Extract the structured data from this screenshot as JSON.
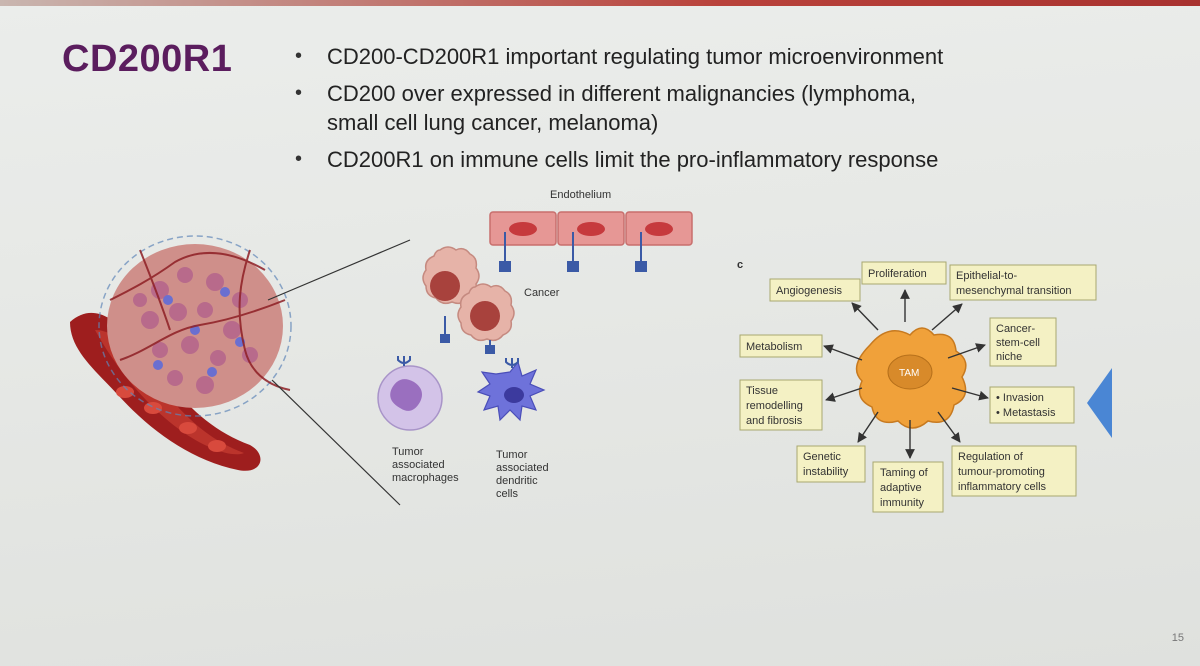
{
  "slide": {
    "title": "CD200R1",
    "bullets": [
      "CD200-CD200R1 important regulating tumor microenvironment",
      "CD200 over expressed in different malignancies (lymphoma,\nsmall cell lung cancer, melanoma)",
      "CD200R1 on immune cells limit the pro-inflammatory response"
    ],
    "bullet_glyph": "•",
    "page_number": "15"
  },
  "left_figure": {
    "endothelium_label": "Endothelium",
    "cancer_label": "Cancer",
    "macrophage_label": [
      "Tumor",
      "associated",
      "macrophages"
    ],
    "dendritic_label": [
      "Tumor",
      "associated",
      "dendritic",
      "cells"
    ]
  },
  "right_figure": {
    "panel_letter": "c",
    "center_label": "TAM",
    "boxes": {
      "angiogenesis": [
        "Angiogenesis"
      ],
      "proliferation": [
        "Proliferation"
      ],
      "emt": [
        "Epithelial-to-",
        "mesenchymal transition"
      ],
      "metabolism": [
        "Metabolism"
      ],
      "cancer_stem_cell": [
        "Cancer-",
        "stem-cell",
        "niche"
      ],
      "tissue_remodelling": [
        "Tissue",
        "remodelling",
        "and fibrosis"
      ],
      "invasion_metastasis": [
        "• Invasion",
        "• Metastasis"
      ],
      "genetic_instability": [
        "Genetic",
        "instability"
      ],
      "taming_immunity": [
        "Taming of",
        "adaptive",
        "immunity"
      ],
      "regulation": [
        "Regulation of",
        "tumour-promoting",
        "inflammatory cells"
      ]
    }
  },
  "colors": {
    "title": "#5b1d5e",
    "endothelium": "#e69795",
    "cancer_cell": "#d9968a",
    "macrophage": "#9a6fbf",
    "dendritic": "#5d62cf",
    "receptor": "#3b5aa6",
    "tam": "#f0a13a",
    "box_fill": "#f4f1c4",
    "box_stroke": "#a8a870",
    "blue_arrow": "#4a86d4",
    "vessel": "#9e1e1e"
  }
}
